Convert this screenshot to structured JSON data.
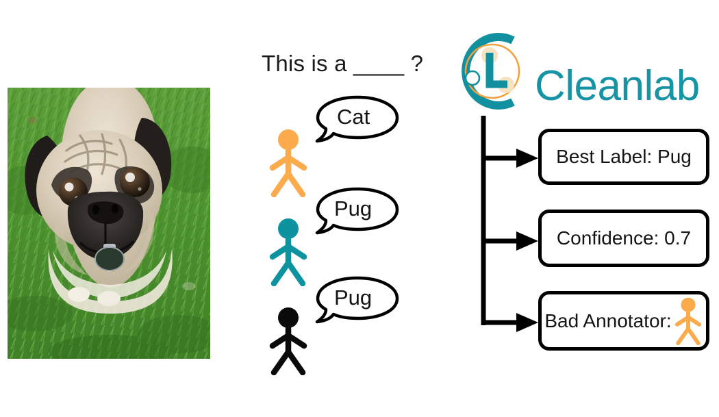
{
  "question": {
    "text": "This is a ____ ?"
  },
  "image_panel": {
    "name": "dog-photo",
    "subject": "pug",
    "background": "grass"
  },
  "annotators": [
    {
      "id": "annotator-1",
      "color": "#FBAA4C",
      "color_name": "orange",
      "answer": "Cat"
    },
    {
      "id": "annotator-2",
      "color": "#0D92A0",
      "color_name": "teal",
      "answer": "Pug"
    },
    {
      "id": "annotator-3",
      "color": "#0A0A0A",
      "color_name": "black",
      "answer": "Pug"
    }
  ],
  "brand": {
    "name": "Cleanlab",
    "logo_icon": "cleanlab-logo-icon",
    "text_color": "#1694a6",
    "mark_teal": "#11919f",
    "mark_orange": "#F5A03C",
    "mark_cream": "#F7E3C2"
  },
  "outputs": [
    {
      "id": "best-label",
      "text": "Best Label: Pug",
      "icon": null
    },
    {
      "id": "confidence",
      "text": "Confidence: 0.7",
      "icon": null
    },
    {
      "id": "bad-annotator",
      "text": "Bad Annotator:",
      "icon": "orange-stick-figure-icon"
    }
  ],
  "colors": {
    "orange": "#FBAA4C",
    "teal": "#0D92A0",
    "black": "#0A0A0A",
    "brand_teal": "#1694a6",
    "outline": "#000000",
    "background": "#ffffff"
  }
}
